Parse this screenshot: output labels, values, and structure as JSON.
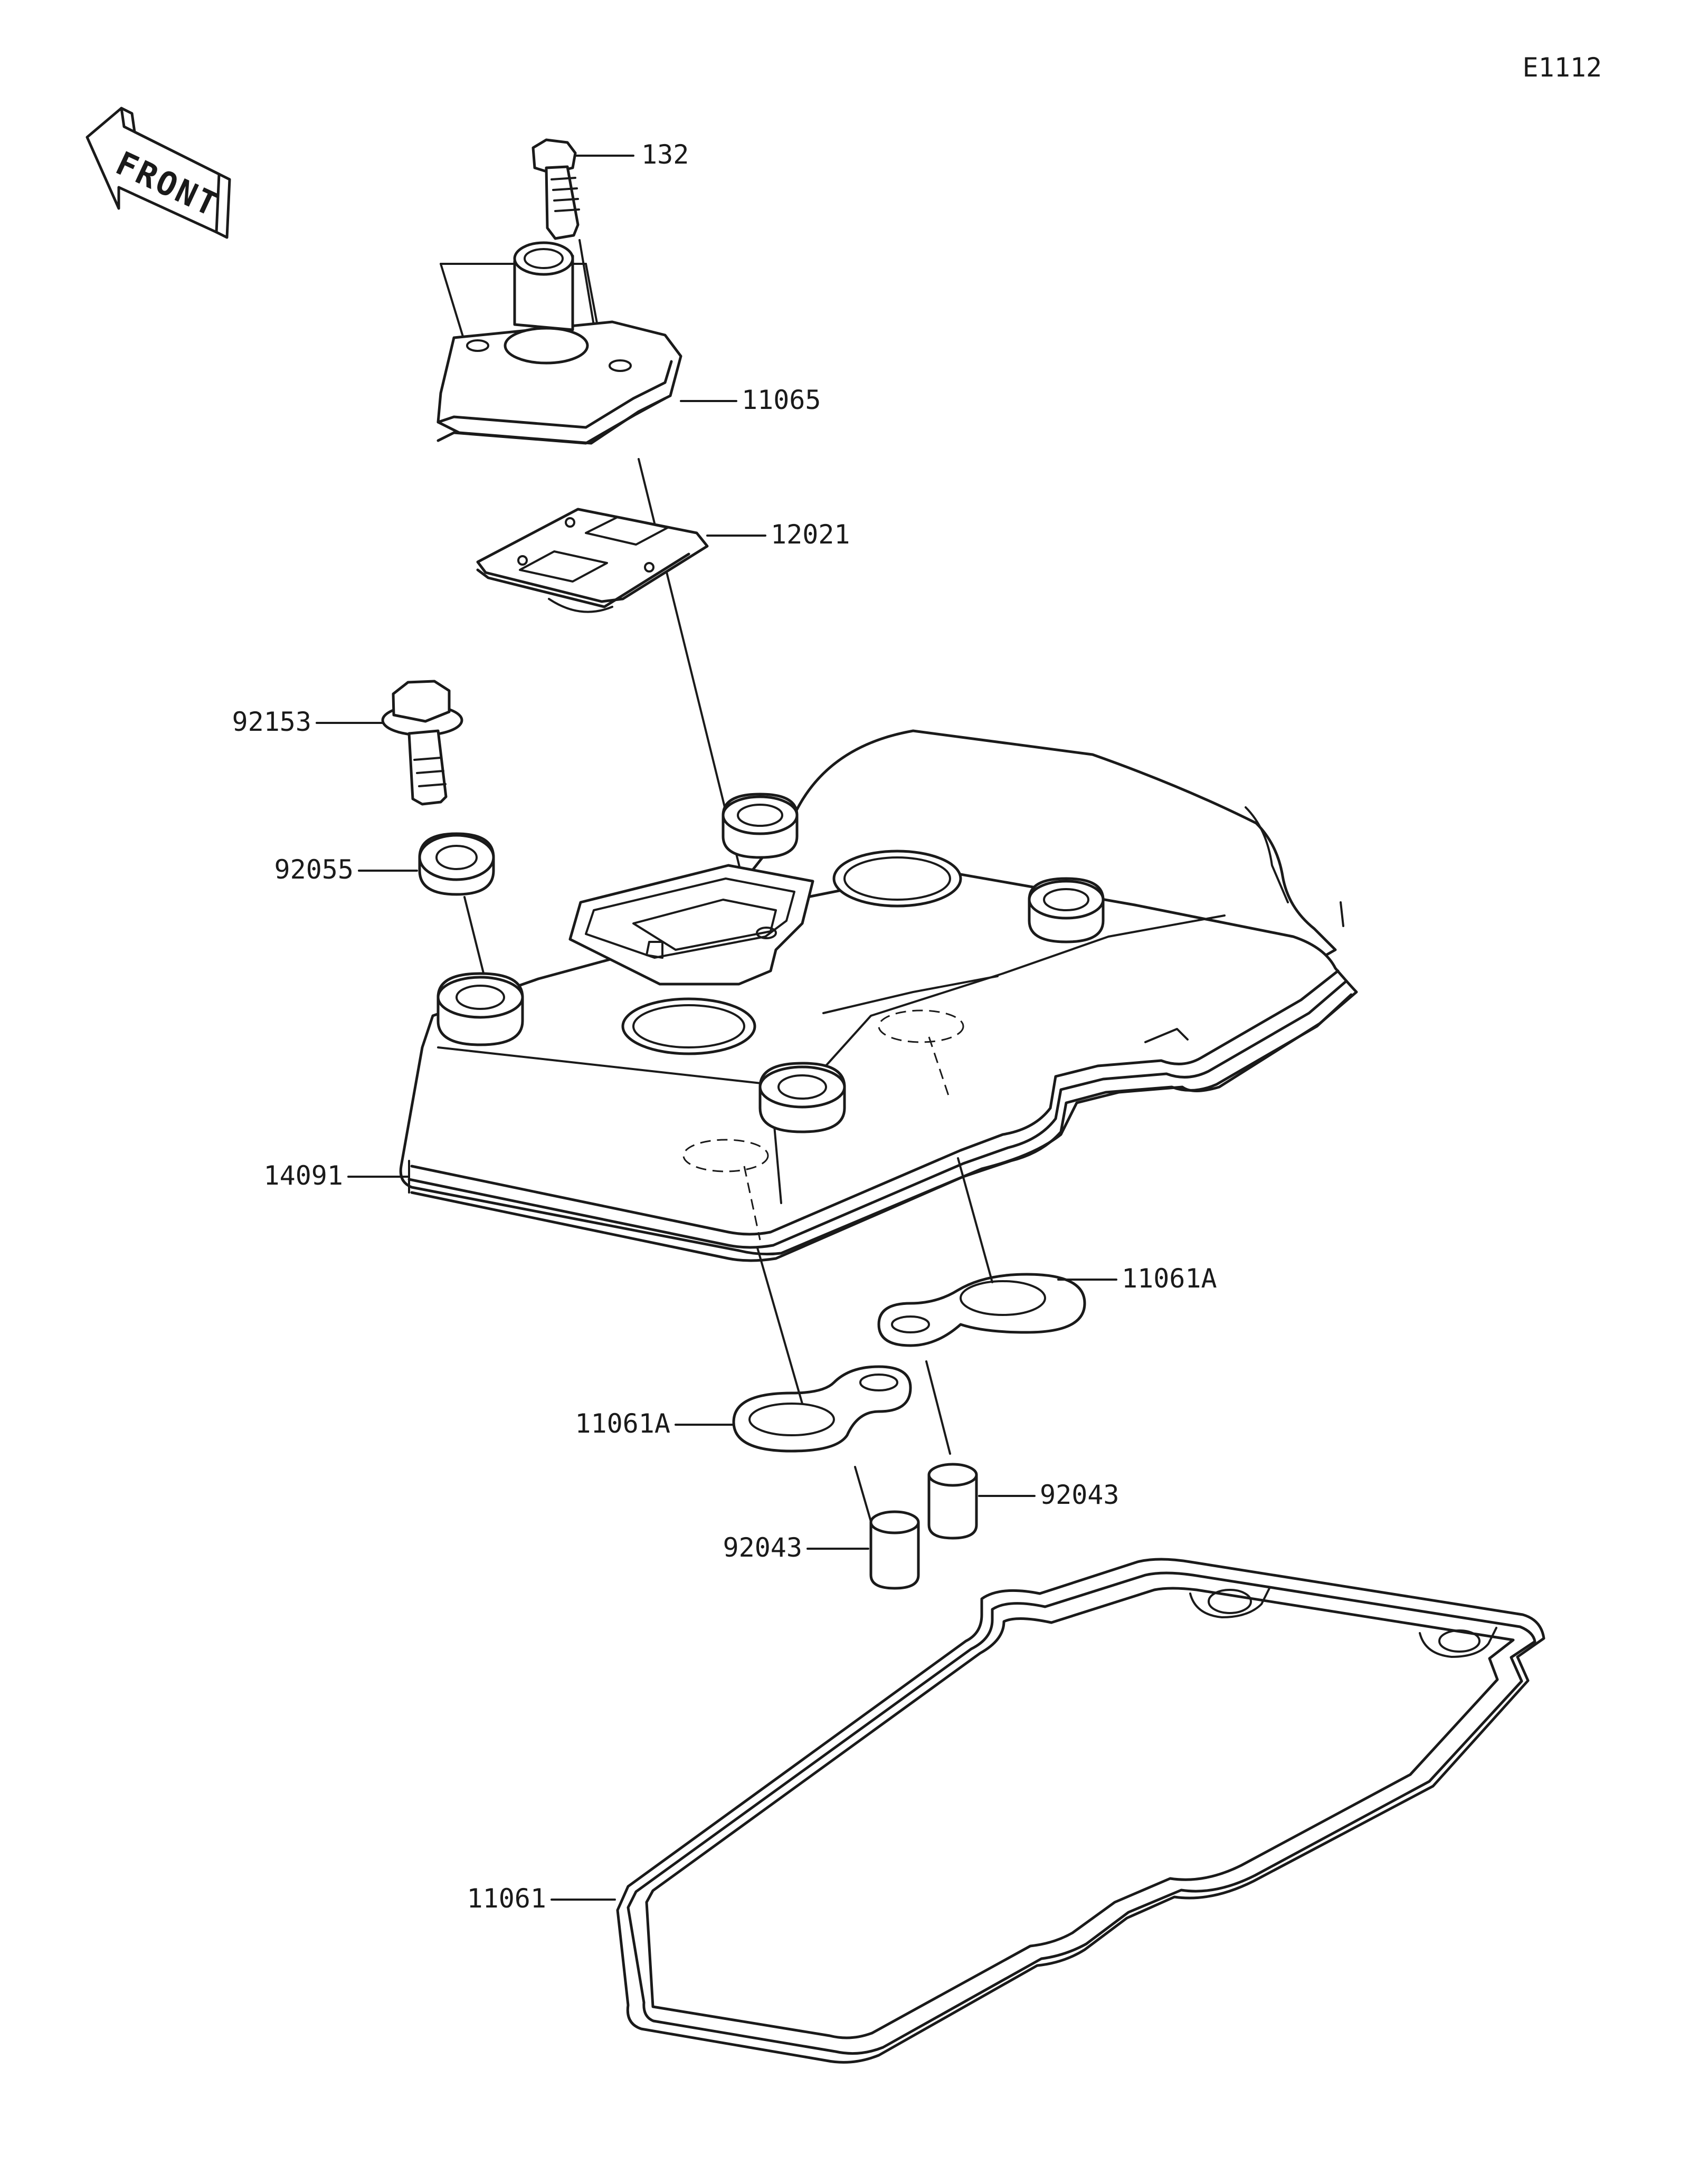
{
  "diagram_code": "E1112",
  "front_label": "FRONT",
  "parts": [
    {
      "id": "p132",
      "number": "132"
    },
    {
      "id": "p11065",
      "number": "11065"
    },
    {
      "id": "p12021",
      "number": "12021"
    },
    {
      "id": "p92153",
      "number": "92153"
    },
    {
      "id": "p92055",
      "number": "92055"
    },
    {
      "id": "p14091",
      "number": "14091"
    },
    {
      "id": "p11061A_right",
      "number": "11061A"
    },
    {
      "id": "p11061A_left",
      "number": "11061A"
    },
    {
      "id": "p92043_right",
      "number": "92043"
    },
    {
      "id": "p92043_left",
      "number": "92043"
    },
    {
      "id": "p11061",
      "number": "11061"
    }
  ]
}
